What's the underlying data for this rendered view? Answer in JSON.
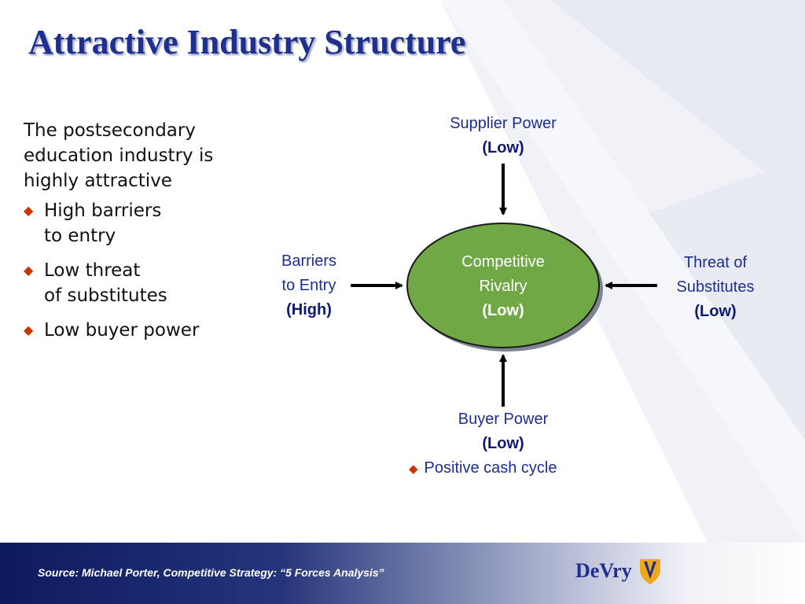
{
  "slide": {
    "title": "Attractive Industry Structure",
    "intro": "The postsecondary education industry is highly attractive",
    "bullets": [
      {
        "text": "High barriers\nto entry"
      },
      {
        "text": "Low threat\nof substitutes"
      },
      {
        "text": "Low buyer power"
      }
    ]
  },
  "diagram": {
    "center": {
      "label_line1": "Competitive",
      "label_line2": "Rivalry",
      "level": "(Low)",
      "fill": "#70a845"
    },
    "supplier": {
      "label": "Supplier Power",
      "level": "(Low)"
    },
    "entry": {
      "label": "Barriers\nto Entry",
      "level": "(High)"
    },
    "substitutes": {
      "label": "Threat of\nSubstitutes",
      "level": "(Low)"
    },
    "buyer": {
      "label": "Buyer Power",
      "level": "(Low)",
      "note": "Positive cash cycle"
    }
  },
  "footer": {
    "source": "Source: Michael Porter, Competitive Strategy: “5 Forces Analysis”",
    "logo_text": "DeVry"
  },
  "colors": {
    "title": "#1f2f8f",
    "accent": "#cc3300",
    "footer_navy": "#0c1a5e"
  },
  "icons": {
    "bullet": "diamond-bullet-icon",
    "logo": "devry-shield-icon"
  }
}
